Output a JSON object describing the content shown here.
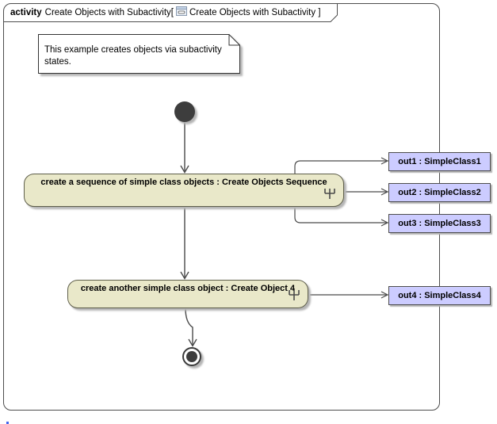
{
  "frame": {
    "keyword": "activity",
    "name": "Create Objects with Subactivity[",
    "diagram_ref": "Create Objects with Subactivity ]",
    "diagram_icon": "activity-diagram-icon"
  },
  "note": {
    "text": "This example creates objects via subactivity states."
  },
  "nodes": {
    "initial": {
      "type": "initial-node"
    },
    "action1": {
      "label": "create a sequence of simple class objects : Create Objects Sequence",
      "decoration": "rake-icon"
    },
    "action2": {
      "label": "create another simple class object : Create Object 4",
      "decoration": "rake-icon"
    },
    "final": {
      "type": "activity-final-node"
    }
  },
  "pins": [
    {
      "label": "out1 : SimpleClass1"
    },
    {
      "label": "out2 : SimpleClass2"
    },
    {
      "label": "out3 : SimpleClass3"
    },
    {
      "label": "out4 : SimpleClass4"
    }
  ],
  "colors": {
    "action_fill": "#E9E8C9",
    "action_border": "#5E5E4A",
    "pin_fill": "#CCCCFF",
    "pin_border": "#4D4D4D",
    "edge": "#4A4A4A",
    "node_fill": "#3D3D3D",
    "frame_border": "#4D4D4D",
    "note_fill": "#FFFFFF",
    "shadow": "#B5B5B5"
  }
}
